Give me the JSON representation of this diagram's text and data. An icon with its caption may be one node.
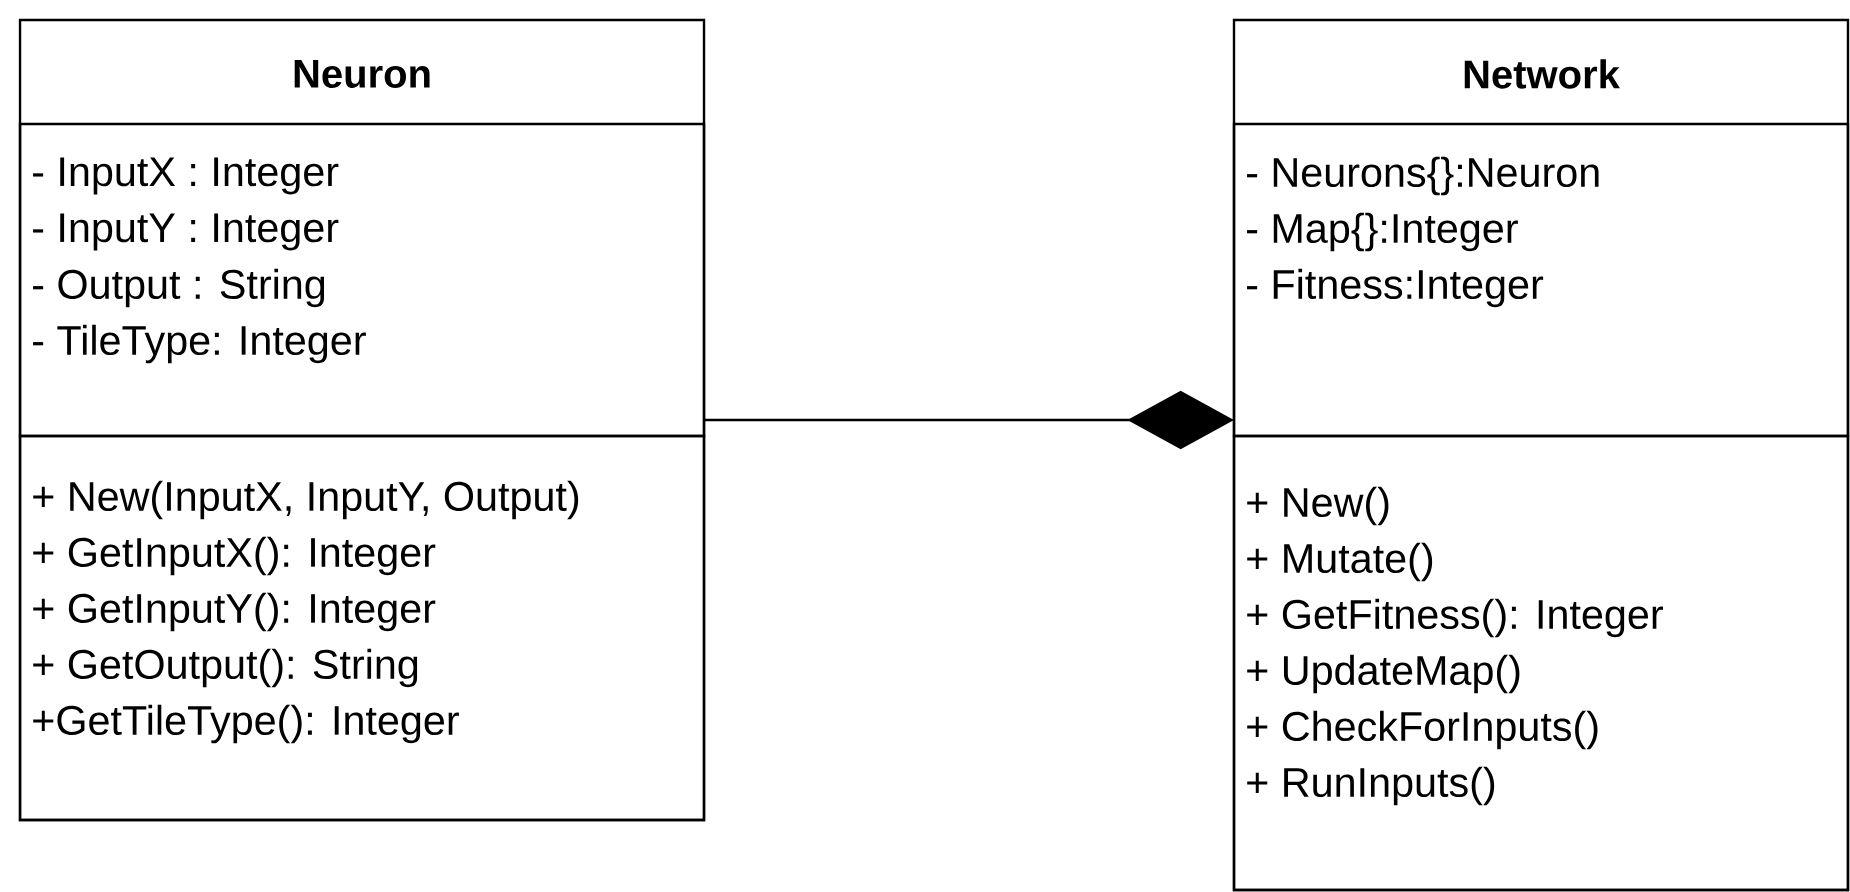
{
  "diagram": {
    "nodes": [
      {
        "text": [
          "Neuron"
        ]
      },
      {
        "text": [
          "- InputX : Integer",
          "- InputY : Integer",
          "- Output : String",
          "- TileType: Integer"
        ],
        "in": 0
      },
      {
        "text": [
          "+ New(InputX, InputY, Output)",
          "+ GetInputX(): Integer",
          "+ GetInputY(): Integer",
          "+ GetOutput(): String",
          "+GetTileType(): Integer"
        ],
        "in": 0
      },
      {
        "text": [
          "Network"
        ]
      },
      {
        "text": [
          "- Neurons{}:Neuron",
          "- Map{}:Integer",
          "- Fitness:Integer"
        ],
        "in": 3
      },
      {
        "text": [
          "+ New()",
          "+ Mutate()",
          "+ GetFitness(): Integer",
          "+ UpdateMap()",
          "+ CheckForInputs()",
          "+ RunInputs()"
        ],
        "in": 3
      }
    ],
    "edges": [
      {
        "from": 0,
        "to": 3,
        "arrow": "other"
      }
    ]
  }
}
